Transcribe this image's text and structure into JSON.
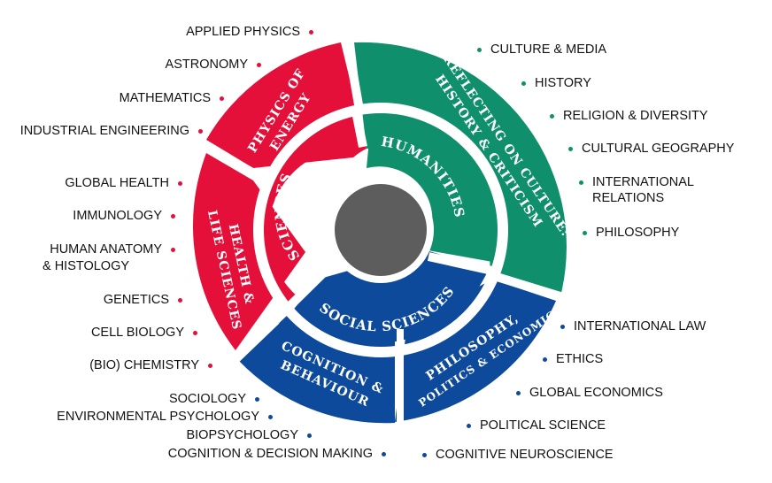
{
  "colors": {
    "sciences": "#e4103a",
    "humanities": "#0f8f6c",
    "social": "#0e4a9b",
    "hub": "#5d5d5d"
  },
  "inner": {
    "sciences": "SCIENCES",
    "humanities": "HUMANITIES",
    "social_sciences": "SOCIAL SCIENCES"
  },
  "outer": {
    "physics_of_energy": [
      "PHYSICS OF",
      "ENERGY"
    ],
    "health_life_sciences": [
      "HEALTH &",
      "LIFE SCIENCES"
    ],
    "reflecting_on_culture": [
      "REFLECTING ON CULTURE:",
      "HISTORY & CRITICISM"
    ],
    "cognition_behaviour": [
      "COGNITION &",
      "BEHAVIOUR"
    ],
    "philosophy_politics": [
      "PHILOSOPHY,",
      "POLITICS & ECONOMICS"
    ]
  },
  "topics": {
    "physics": [
      "APPLIED PHYSICS",
      "ASTRONOMY",
      "MATHEMATICS",
      "INDUSTRIAL ENGINEERING"
    ],
    "health": [
      "GLOBAL HEALTH",
      "IMMUNOLOGY",
      "HUMAN ANATOMY",
      "& HISTOLOGY",
      "GENETICS",
      "CELL BIOLOGY",
      "(BIO) CHEMISTRY"
    ],
    "culture": [
      "CULTURE & MEDIA",
      "HISTORY",
      "RELIGION & DIVERSITY",
      "CULTURAL GEOGRAPHY",
      "INTERNATIONAL",
      "RELATIONS",
      "PHILOSOPHY"
    ],
    "cognition": [
      "SOCIOLOGY",
      "ENVIRONMENTAL PSYCHOLOGY",
      "BIOPSYCHOLOGY",
      "COGNITION & DECISION MAKING"
    ],
    "ppe": [
      "INTERNATIONAL LAW",
      "ETHICS",
      "GLOBAL ECONOMICS",
      "POLITICAL SCIENCE",
      "COGNITIVE NEUROSCIENCE"
    ]
  }
}
